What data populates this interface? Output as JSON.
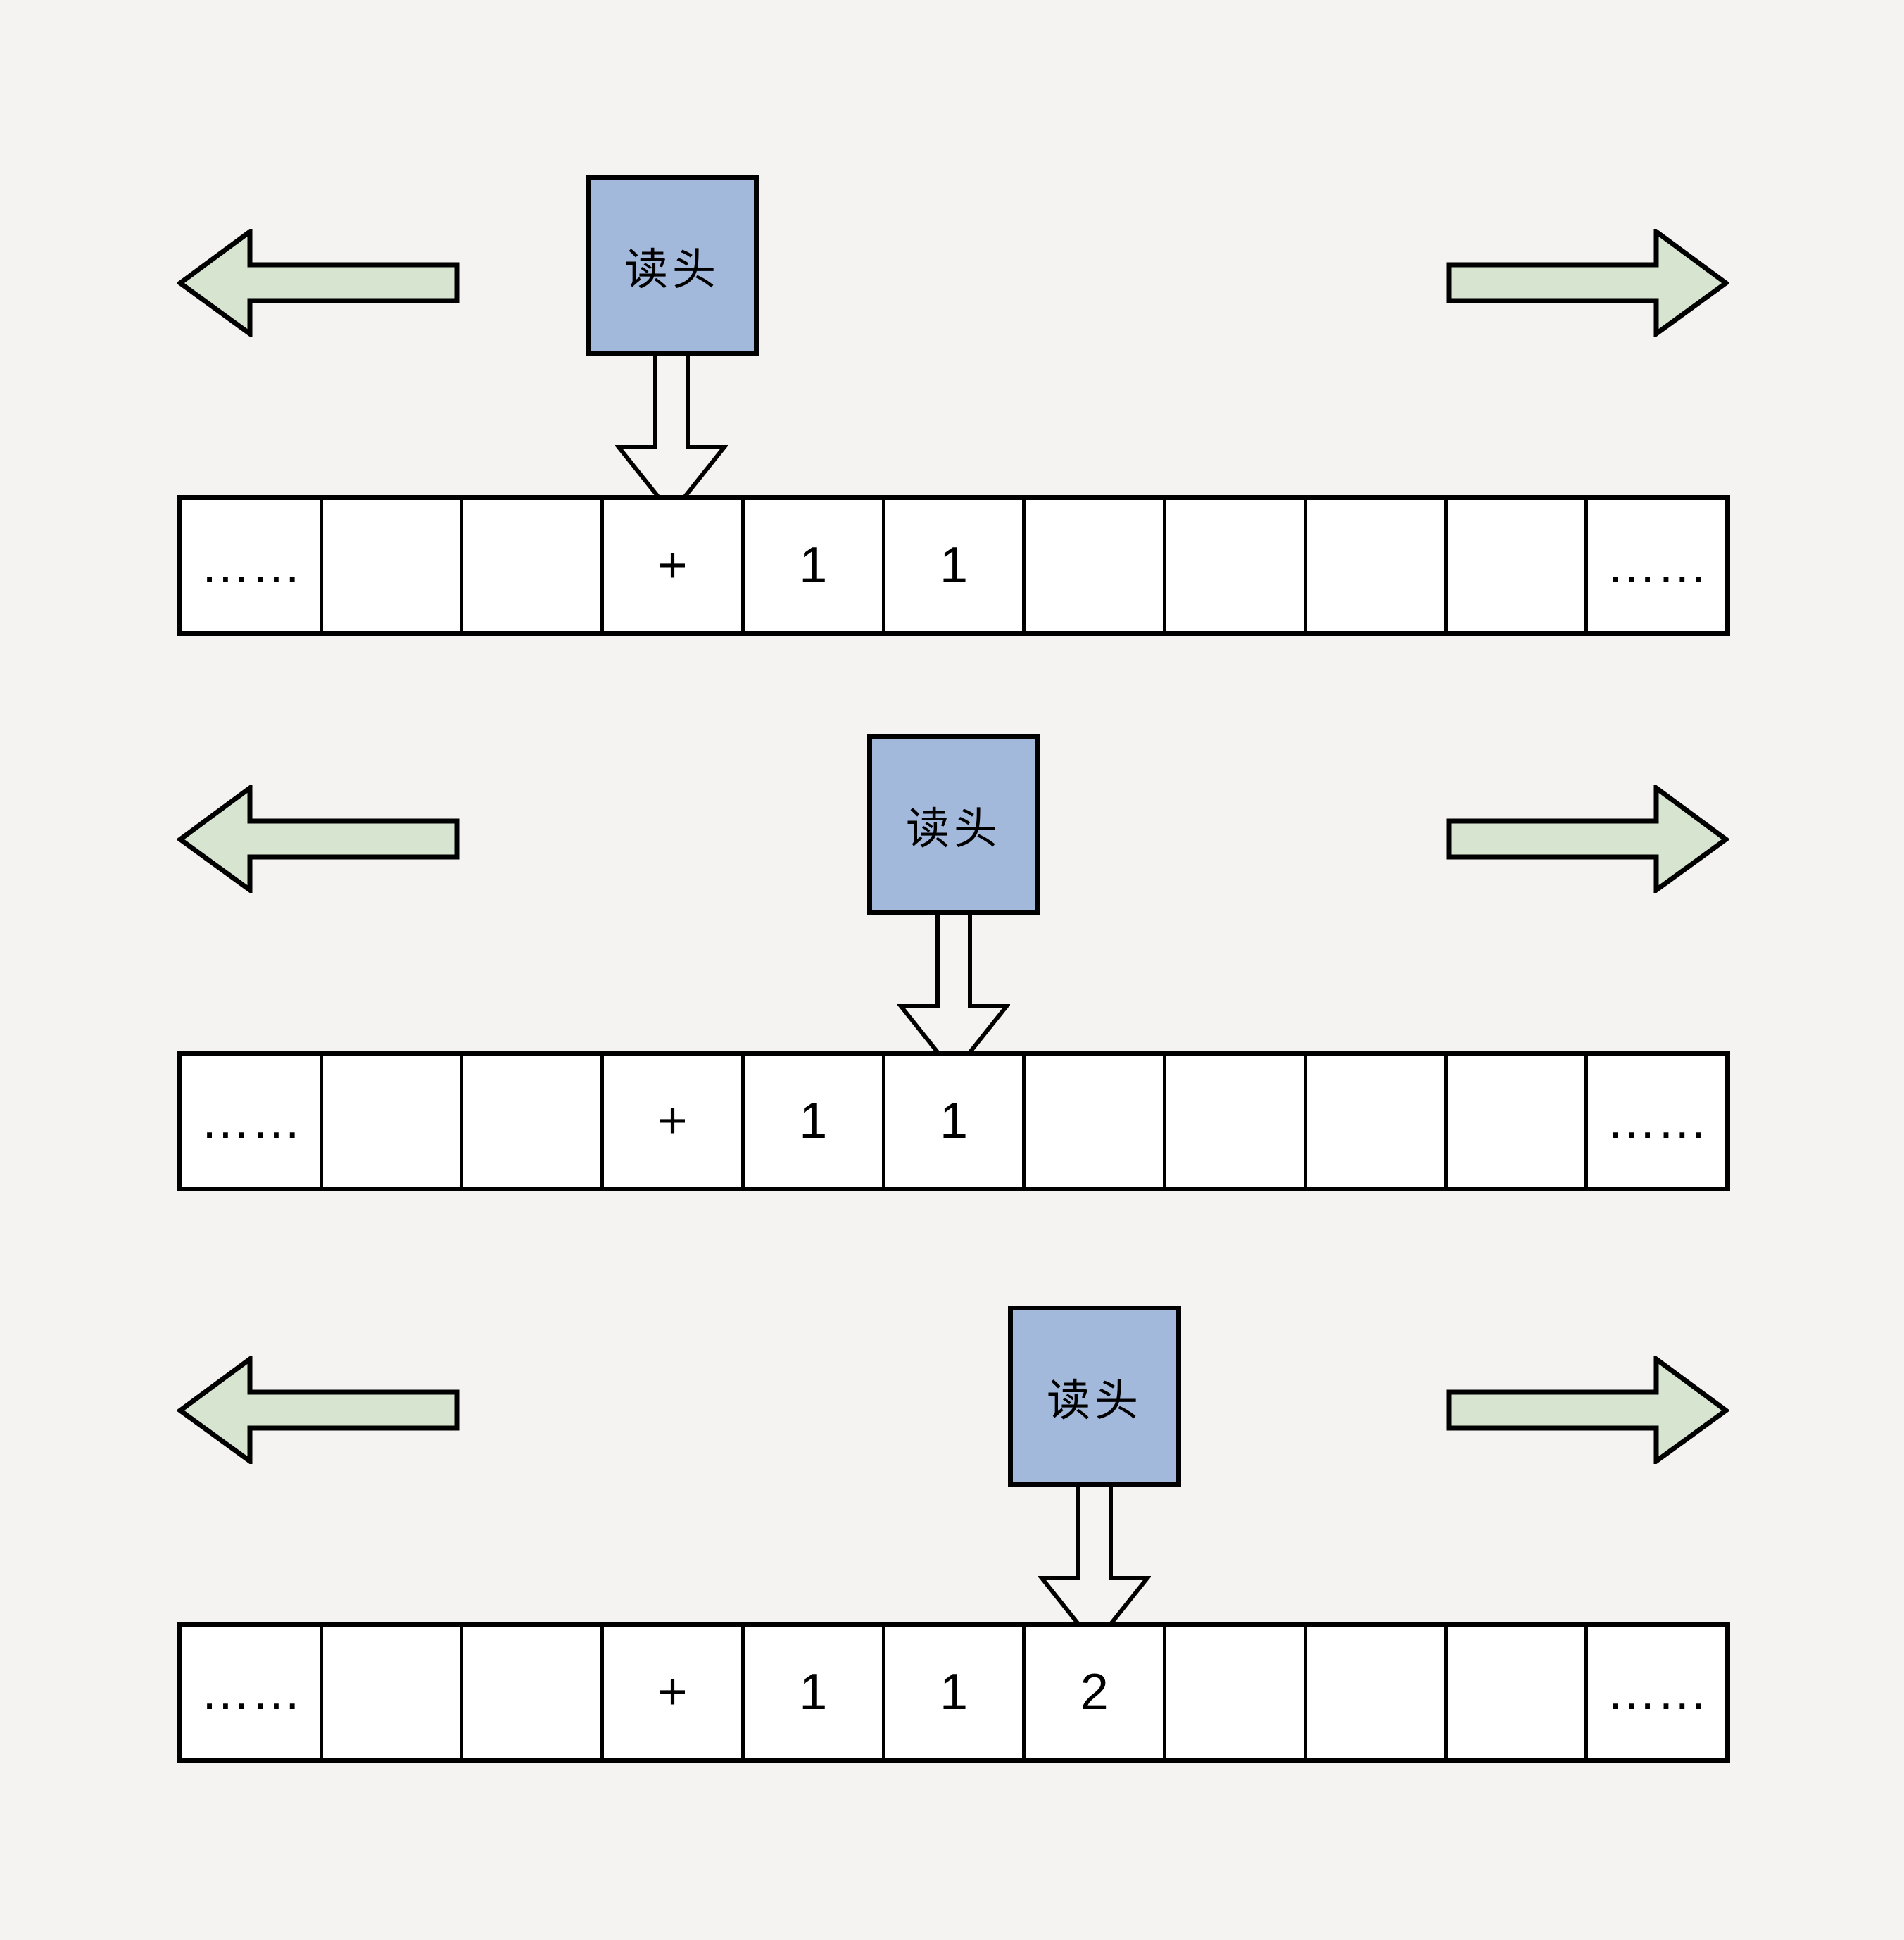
{
  "page": {
    "background": "#f4f3f2"
  },
  "colors": {
    "head_box_fill": "#a3b9dc",
    "move_arrow_fill": "#d6e4d0",
    "pointer_arrow_fill": "#f5f4f3",
    "tape_cell_fill": "#ffffff",
    "outline": "#000000"
  },
  "head": {
    "label": "读头"
  },
  "tape": {
    "cell_count": 11
  },
  "sections": [
    {
      "id": "step-1",
      "head_over_cell": 4,
      "tape_cells": [
        "……",
        "",
        "",
        "+",
        "1",
        "1",
        "",
        "",
        "",
        "",
        "……"
      ]
    },
    {
      "id": "step-2",
      "head_over_cell": 6,
      "tape_cells": [
        "……",
        "",
        "",
        "+",
        "1",
        "1",
        "",
        "",
        "",
        "",
        "……"
      ]
    },
    {
      "id": "step-3",
      "head_over_cell": 7,
      "tape_cells": [
        "……",
        "",
        "",
        "+",
        "1",
        "1",
        "2",
        "",
        "",
        "",
        "……"
      ]
    }
  ]
}
